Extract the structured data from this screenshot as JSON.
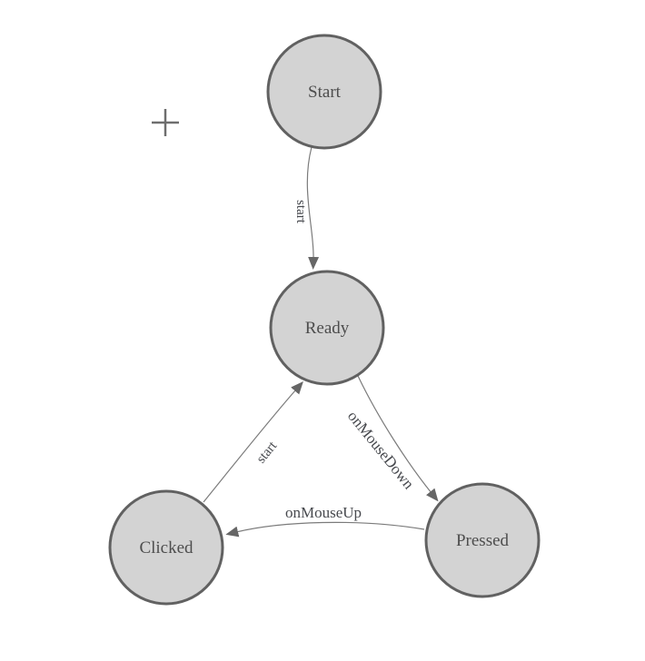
{
  "diagram": {
    "type": "finite-state-machine",
    "nodes": [
      {
        "id": "start",
        "label": "Start"
      },
      {
        "id": "ready",
        "label": "Ready"
      },
      {
        "id": "pressed",
        "label": "Pressed"
      },
      {
        "id": "clicked",
        "label": "Clicked"
      }
    ],
    "edges": [
      {
        "from": "start",
        "to": "ready",
        "label": "start"
      },
      {
        "from": "ready",
        "to": "pressed",
        "label": "onMouseDown"
      },
      {
        "from": "pressed",
        "to": "clicked",
        "label": "onMouseUp"
      },
      {
        "from": "clicked",
        "to": "ready",
        "label": "start"
      }
    ],
    "icons": {
      "crosshair": "+"
    },
    "colors": {
      "background": "#ffffff",
      "node_fill": "#d3d3d3",
      "node_stroke": "#616161",
      "node_text": "#4d4d4d",
      "edge_line": "#7b7b7b",
      "arrow_fill": "#666666",
      "edge_label_text": "#47494e",
      "crosshair": "#6e6e6e"
    }
  }
}
